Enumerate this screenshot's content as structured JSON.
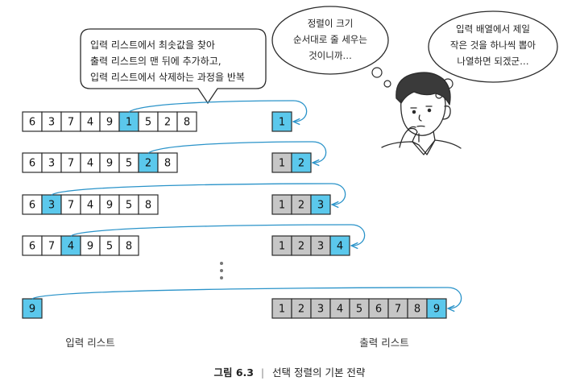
{
  "colors": {
    "selected": "#5bc8ec",
    "sorted": "#c6c6c6",
    "empty": "#ffffff",
    "stroke": "#2b2b2b",
    "arrow": "#2a93c9"
  },
  "speech_bubble": {
    "lines": [
      "입력 리스트에서 최솟값을 찾아",
      "출력 리스트의 맨 뒤에 추가하고,",
      "입력 리스트에서 삭제하는 과정을 반복"
    ]
  },
  "thought_bubbles": [
    {
      "lines": [
        "정렬이 크기",
        "순서대로 줄 세우는",
        "것이니까…"
      ]
    },
    {
      "lines": [
        "입력 배열에서 제일",
        "작은 것을 하나씩 뽑아",
        "나열하면 되겠군…"
      ]
    }
  ],
  "rows": [
    {
      "input": [
        "6",
        "3",
        "7",
        "4",
        "9",
        "1",
        "5",
        "2",
        "8"
      ],
      "selected": 5,
      "output": [
        "1"
      ],
      "output_sorted": 0
    },
    {
      "input": [
        "6",
        "3",
        "7",
        "4",
        "9",
        "5",
        "2",
        "8"
      ],
      "selected": 6,
      "output": [
        "1",
        "2"
      ],
      "output_sorted": 1
    },
    {
      "input": [
        "6",
        "3",
        "7",
        "4",
        "9",
        "5",
        "8"
      ],
      "selected": 1,
      "output": [
        "1",
        "2",
        "3"
      ],
      "output_sorted": 2
    },
    {
      "input": [
        "6",
        "7",
        "4",
        "9",
        "5",
        "8"
      ],
      "selected": 2,
      "output": [
        "1",
        "2",
        "3",
        "4"
      ],
      "output_sorted": 3
    },
    {
      "input": [
        "9"
      ],
      "selected": 0,
      "output": [
        "1",
        "2",
        "3",
        "4",
        "5",
        "6",
        "7",
        "8",
        "9"
      ],
      "output_sorted": 8
    }
  ],
  "labels": {
    "input_list": "입력 리스트",
    "output_list": "출력 리스트"
  },
  "caption": {
    "figure": "그림 6.3",
    "separator": "|",
    "text": "선택 정렬의 기본 전략"
  }
}
